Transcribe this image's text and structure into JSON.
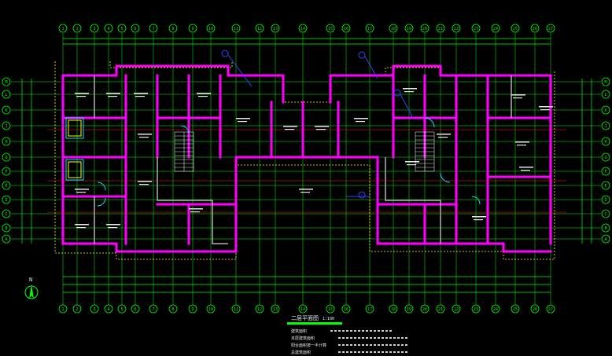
{
  "drawing": {
    "colors": {
      "background": "#000000",
      "grid_axis": "#00ff00",
      "wall": "#ff00ff",
      "axis_line": "#ff2020",
      "dim": "#00ff00",
      "text": "#e8e8e8",
      "annotation": "#3344ff",
      "cyan": "#00e5ff",
      "yellow": "#ffff00"
    },
    "axis_labels_top": [
      "1",
      "2",
      "3",
      "4",
      "5",
      "6",
      "7",
      "8",
      "9",
      "10",
      "11",
      "12",
      "13",
      "14",
      "15",
      "16",
      "17",
      "18",
      "19",
      "20",
      "21",
      "22",
      "23",
      "24",
      "25",
      "26",
      "27"
    ],
    "axis_labels_left": [
      "M",
      "L",
      "K",
      "J",
      "H",
      "G",
      "F",
      "E",
      "D",
      "C",
      "B",
      "A"
    ],
    "axis_labels_right": [
      "M",
      "L",
      "K",
      "J",
      "H",
      "G",
      "F",
      "E",
      "D",
      "C",
      "B",
      "A"
    ],
    "compass_label": "N",
    "title_block": {
      "title": "二层平面图",
      "scale": "1:100",
      "notes": [
        "建筑面积",
        "本层建筑面积",
        "阳台面积按一半计算",
        "总建筑面积"
      ]
    }
  }
}
